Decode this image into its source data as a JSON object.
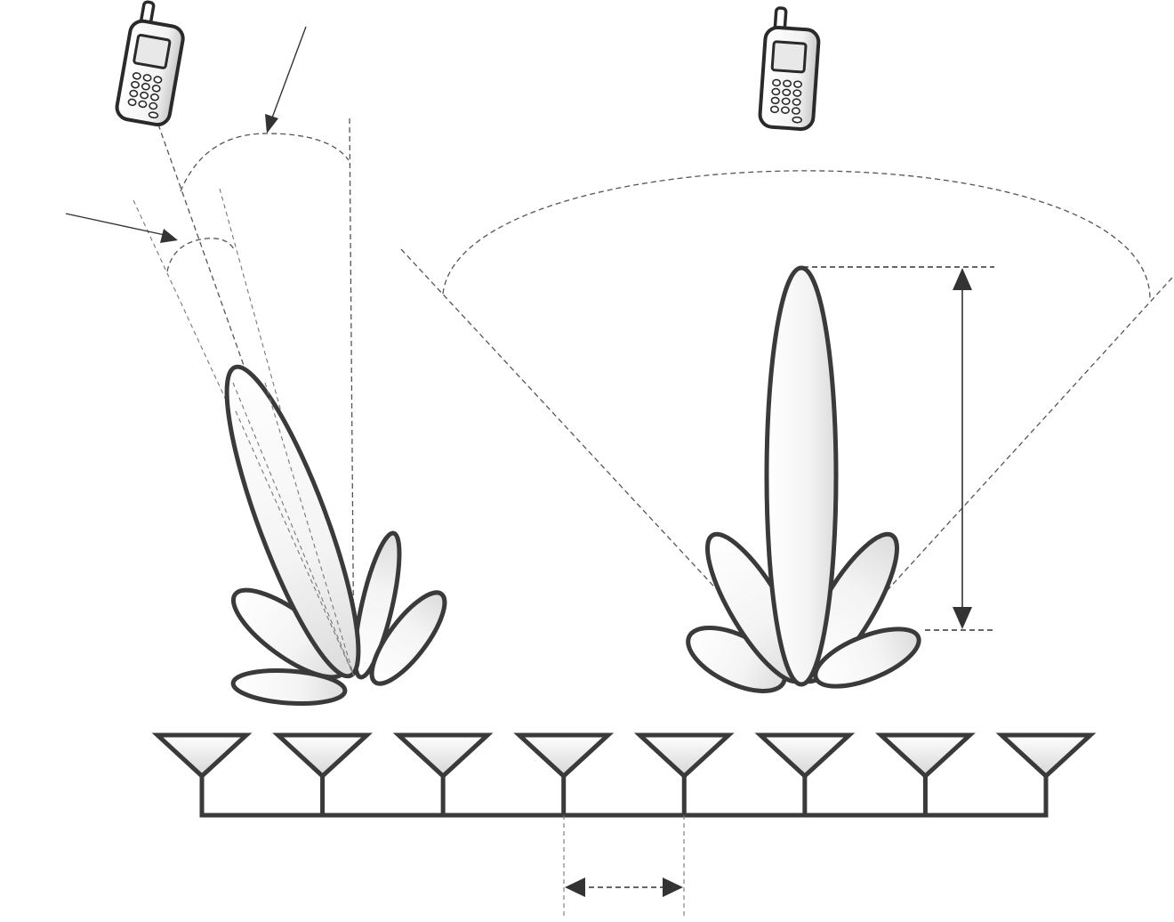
{
  "diagram": {
    "elements": {
      "users": [
        "mobile-phone",
        "mobile-phone"
      ],
      "antenna_count": 8,
      "steered_beam": {
        "main_lobes": 1,
        "side_lobes": 4
      },
      "broadside_beam": {
        "main_lobes": 1,
        "side_lobes": 4
      }
    },
    "colors": {
      "outline": "#3a3a3a",
      "lobe_fill_light": "#ffffff",
      "lobe_fill_shade": "#d9d9d9",
      "dashed": "#555555",
      "background": "#ffffff"
    },
    "icons": {
      "user": "mobile-phone-icon",
      "antenna": "antenna-element-icon"
    }
  }
}
